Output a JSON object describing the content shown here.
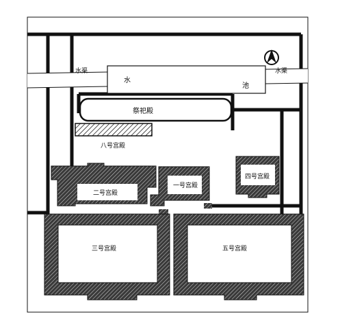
{
  "labels": {
    "canal_left": "水渠",
    "canal_right": "水渠",
    "pool_char_1": "水",
    "pool_char_2": "池",
    "sacrifice_hall": "祭祀殿",
    "palace_8": "八号宫殿",
    "palace_2": "二号宫殿",
    "palace_1": "一号宫殿",
    "palace_4": "四号宫殿",
    "palace_3": "三号宫殿",
    "palace_5": "五号宫殿"
  },
  "north_arrow": {
    "icon": "north-arrow-icon"
  },
  "colors": {
    "ink": "#111111",
    "paper": "#ffffff"
  }
}
